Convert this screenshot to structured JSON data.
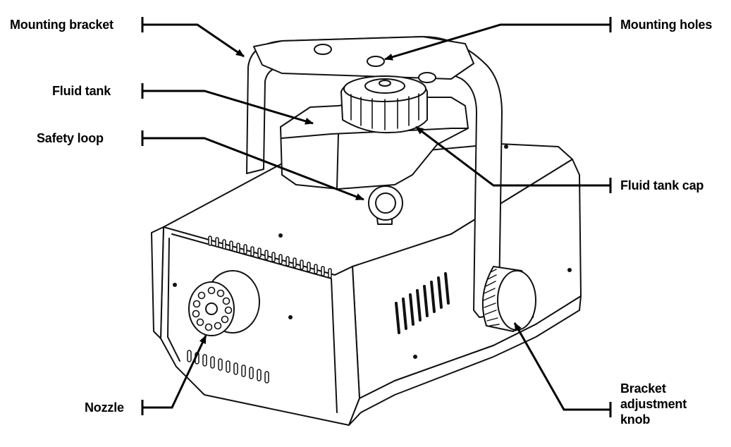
{
  "labels": {
    "mounting_bracket": "Mounting bracket",
    "fluid_tank": "Fluid tank",
    "safety_loop": "Safety loop",
    "nozzle": "Nozzle",
    "mounting_holes": "Mounting holes",
    "fluid_tank_cap": "Fluid tank cap",
    "bracket_knob_line1": "Bracket",
    "bracket_knob_line2": "adjustment",
    "bracket_knob_line3": "knob"
  },
  "colors": {
    "ink": "#000000",
    "background": "#ffffff"
  }
}
